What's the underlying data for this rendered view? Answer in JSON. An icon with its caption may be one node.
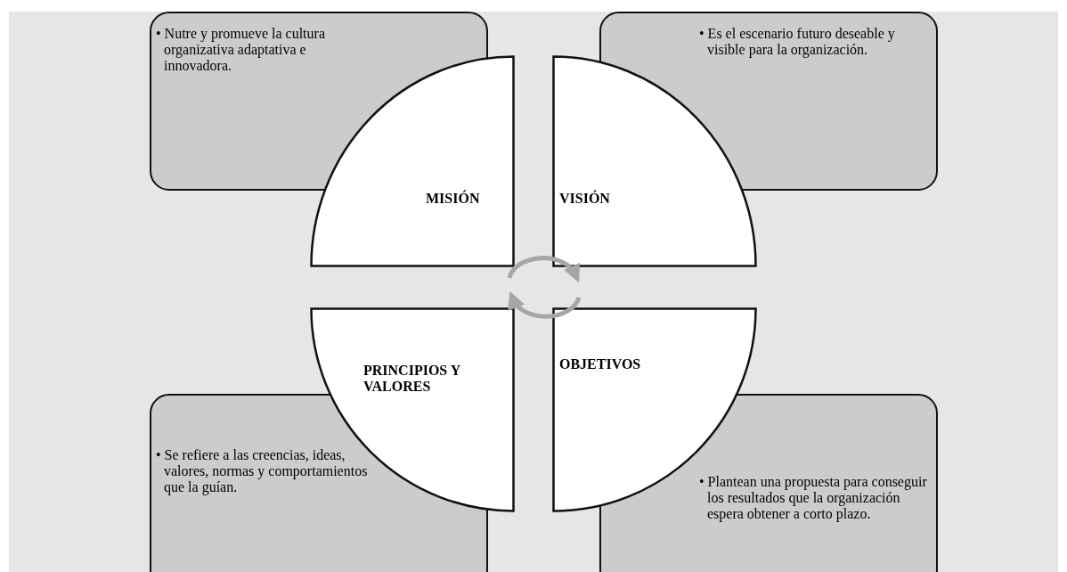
{
  "diagram": {
    "nodes": [
      {
        "text": [
          "• Nutre y promueve la cultura organizativa adaptativa e innovadora."
        ]
      },
      {
        "text": [
          "MISIÓN"
        ]
      },
      {
        "text": [
          "VISIÓN"
        ]
      },
      {
        "text": [
          "• Es el escenario futuro deseable y visible para la organización."
        ]
      },
      {
        "text": [
          "PRINCIPIOS Y VALORES"
        ]
      },
      {
        "text": [
          "OBJETIVOS"
        ]
      },
      {
        "text": [
          "• Se refiere a las creencias, ideas, valores, normas y comportamientos que la guían."
        ]
      },
      {
        "text": [
          "• Plantean una propuesta para conseguir los resultados que la organización espera obtener a corto plazo."
        ]
      }
    ]
  }
}
